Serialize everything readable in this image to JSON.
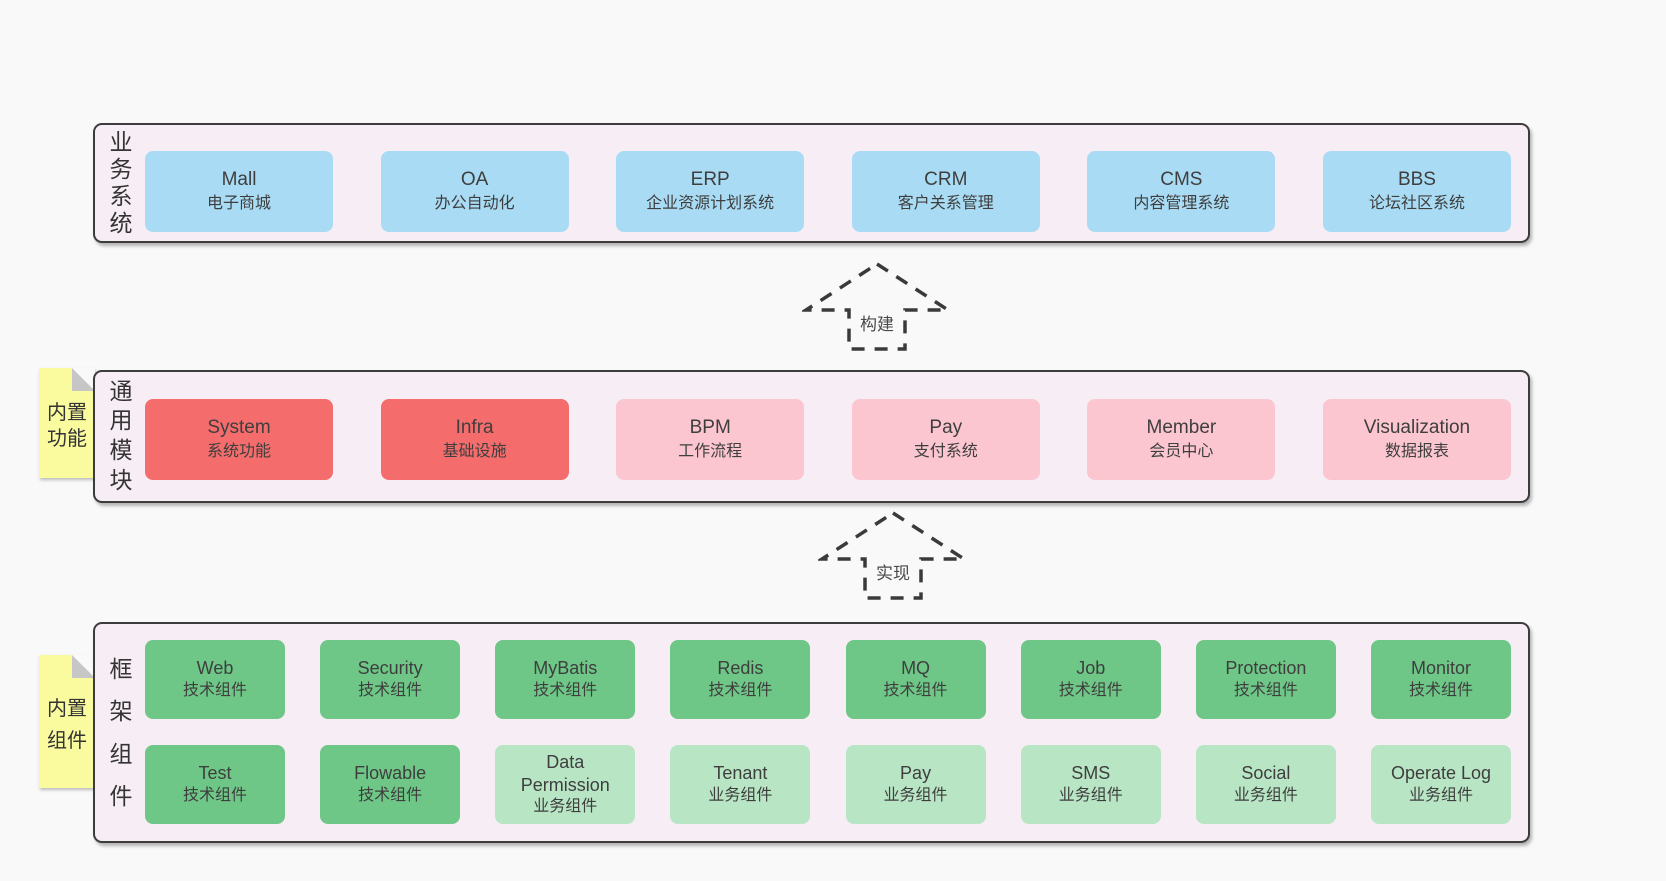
{
  "colors": {
    "page_bg": "#f9f9f9",
    "panel_bg": "#f7edf5",
    "panel_border": "#3c3c3c",
    "blue": "#a9dcf4",
    "red": "#f56c6c",
    "pink": "#fbc6d0",
    "green_dark": "#6ec786",
    "green_light": "#b8e5c4",
    "note_yellow": "#fafa9e",
    "text": "#3e3e3e"
  },
  "arrows": [
    {
      "label": "构建"
    },
    {
      "label": "实现"
    }
  ],
  "layers": {
    "business": {
      "label": "业务系统",
      "boxes": [
        {
          "name": "Mall",
          "desc": "电子商城"
        },
        {
          "name": "OA",
          "desc": "办公自动化"
        },
        {
          "name": "ERP",
          "desc": "企业资源计划系统"
        },
        {
          "name": "CRM",
          "desc": "客户关系管理"
        },
        {
          "name": "CMS",
          "desc": "内容管理系统"
        },
        {
          "name": "BBS",
          "desc": "论坛社区系统"
        }
      ]
    },
    "modules": {
      "label": "通用模块",
      "note": "内置功能",
      "boxes": [
        {
          "name": "System",
          "desc": "系统功能"
        },
        {
          "name": "Infra",
          "desc": "基础设施"
        },
        {
          "name": "BPM",
          "desc": "工作流程"
        },
        {
          "name": "Pay",
          "desc": "支付系统"
        },
        {
          "name": "Member",
          "desc": "会员中心"
        },
        {
          "name": "Visualization",
          "desc": "数据报表"
        }
      ]
    },
    "framework": {
      "label": "框架组件",
      "note": "内置组件",
      "row1": [
        {
          "name": "Web",
          "desc": "技术组件"
        },
        {
          "name": "Security",
          "desc": "技术组件"
        },
        {
          "name": "MyBatis",
          "desc": "技术组件"
        },
        {
          "name": "Redis",
          "desc": "技术组件"
        },
        {
          "name": "MQ",
          "desc": "技术组件"
        },
        {
          "name": "Job",
          "desc": "技术组件"
        },
        {
          "name": "Protection",
          "desc": "技术组件"
        },
        {
          "name": "Monitor",
          "desc": "技术组件"
        }
      ],
      "row2": [
        {
          "name": "Test",
          "desc": "技术组件"
        },
        {
          "name": "Flowable",
          "desc": "技术组件"
        },
        {
          "name": "Data Permission",
          "desc": "业务组件"
        },
        {
          "name": "Tenant",
          "desc": "业务组件"
        },
        {
          "name": "Pay",
          "desc": "业务组件"
        },
        {
          "name": "SMS",
          "desc": "业务组件"
        },
        {
          "name": "Social",
          "desc": "业务组件"
        },
        {
          "name": "Operate Log",
          "desc": "业务组件"
        }
      ]
    }
  }
}
